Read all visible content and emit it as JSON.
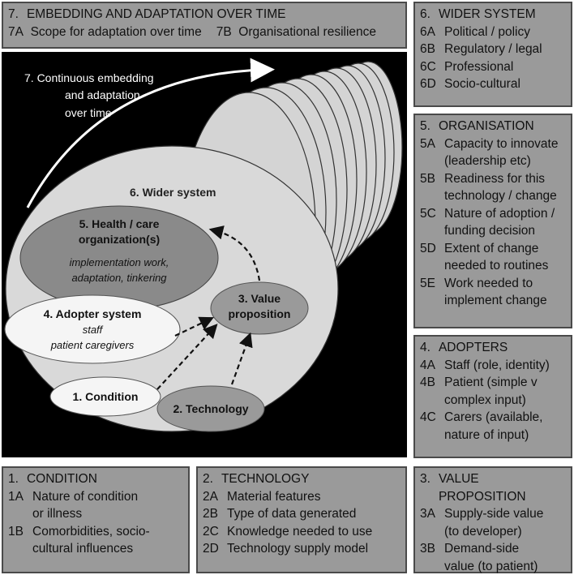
{
  "box7": {
    "title_num": "7.",
    "title": "EMBEDDING AND ADAPTATION OVER TIME",
    "a_code": "7A",
    "a_text": "Scope for adaptation over time",
    "b_code": "7B",
    "b_text": "Organisational resilience"
  },
  "box6": {
    "title_num": "6.",
    "title": "WIDER SYSTEM",
    "items": [
      {
        "code": "6A",
        "text": "Political / policy"
      },
      {
        "code": "6B",
        "text": "Regulatory / legal"
      },
      {
        "code": "6C",
        "text": "Professional"
      },
      {
        "code": "6D",
        "text": "Socio-cultural"
      }
    ]
  },
  "box5": {
    "title_num": "5.",
    "title": "ORGANISATION",
    "items": [
      {
        "code": "5A",
        "line1": "Capacity to innovate",
        "line2": "(leadership etc)"
      },
      {
        "code": "5B",
        "line1": "Readiness for this",
        "line2": "technology / change"
      },
      {
        "code": "5C",
        "line1": "Nature of adoption /",
        "line2": "funding decision"
      },
      {
        "code": "5D",
        "line1": "Extent of change",
        "line2": "needed to routines"
      },
      {
        "code": "5E",
        "line1": "Work needed to",
        "line2": "implement change"
      }
    ]
  },
  "box4": {
    "title_num": "4.",
    "title": "ADOPTERS",
    "items": [
      {
        "code": "4A",
        "line1": "Staff (role, identity)",
        "line2": ""
      },
      {
        "code": "4B",
        "line1": "Patient (simple v",
        "line2": "complex input)"
      },
      {
        "code": "4C",
        "line1": "Carers (available,",
        "line2": "nature of input)"
      }
    ]
  },
  "box1": {
    "title_num": "1.",
    "title": "CONDITION",
    "items": [
      {
        "code": "1A",
        "line1": "Nature of condition",
        "line2": "or illness"
      },
      {
        "code": "1B",
        "line1": "Comorbidities, socio-",
        "line2": "cultural influences"
      }
    ]
  },
  "box2": {
    "title_num": "2.",
    "title": "TECHNOLOGY",
    "items": [
      {
        "code": "2A",
        "text": "Material features"
      },
      {
        "code": "2B",
        "text": "Type of data generated"
      },
      {
        "code": "2C",
        "text": "Knowledge needed to use"
      },
      {
        "code": "2D",
        "text": "Technology supply model"
      }
    ]
  },
  "box3": {
    "title_num": "3.",
    "title": "VALUE PROPOSITION",
    "items": [
      {
        "code": "3A",
        "line1": "Supply-side value",
        "line2": "(to developer)"
      },
      {
        "code": "3B",
        "line1": "Demand-side",
        "line2": "value (to patient)"
      }
    ]
  },
  "diagram": {
    "arrow_label_1": "7. Continuous embedding",
    "arrow_label_2": "and adaptation",
    "arrow_label_3": "over time",
    "wider_system": "6. Wider system",
    "health_1": "5. Health / care",
    "health_2": "organization(s)",
    "health_3": "implementation work,",
    "health_4": "adaptation, tinkering",
    "adopter_1": "4. Adopter system",
    "adopter_2": "staff",
    "adopter_3": "patient  caregivers",
    "value_1": "3. Value",
    "value_2": "proposition",
    "condition": "1. Condition",
    "technology": "2. Technology"
  }
}
